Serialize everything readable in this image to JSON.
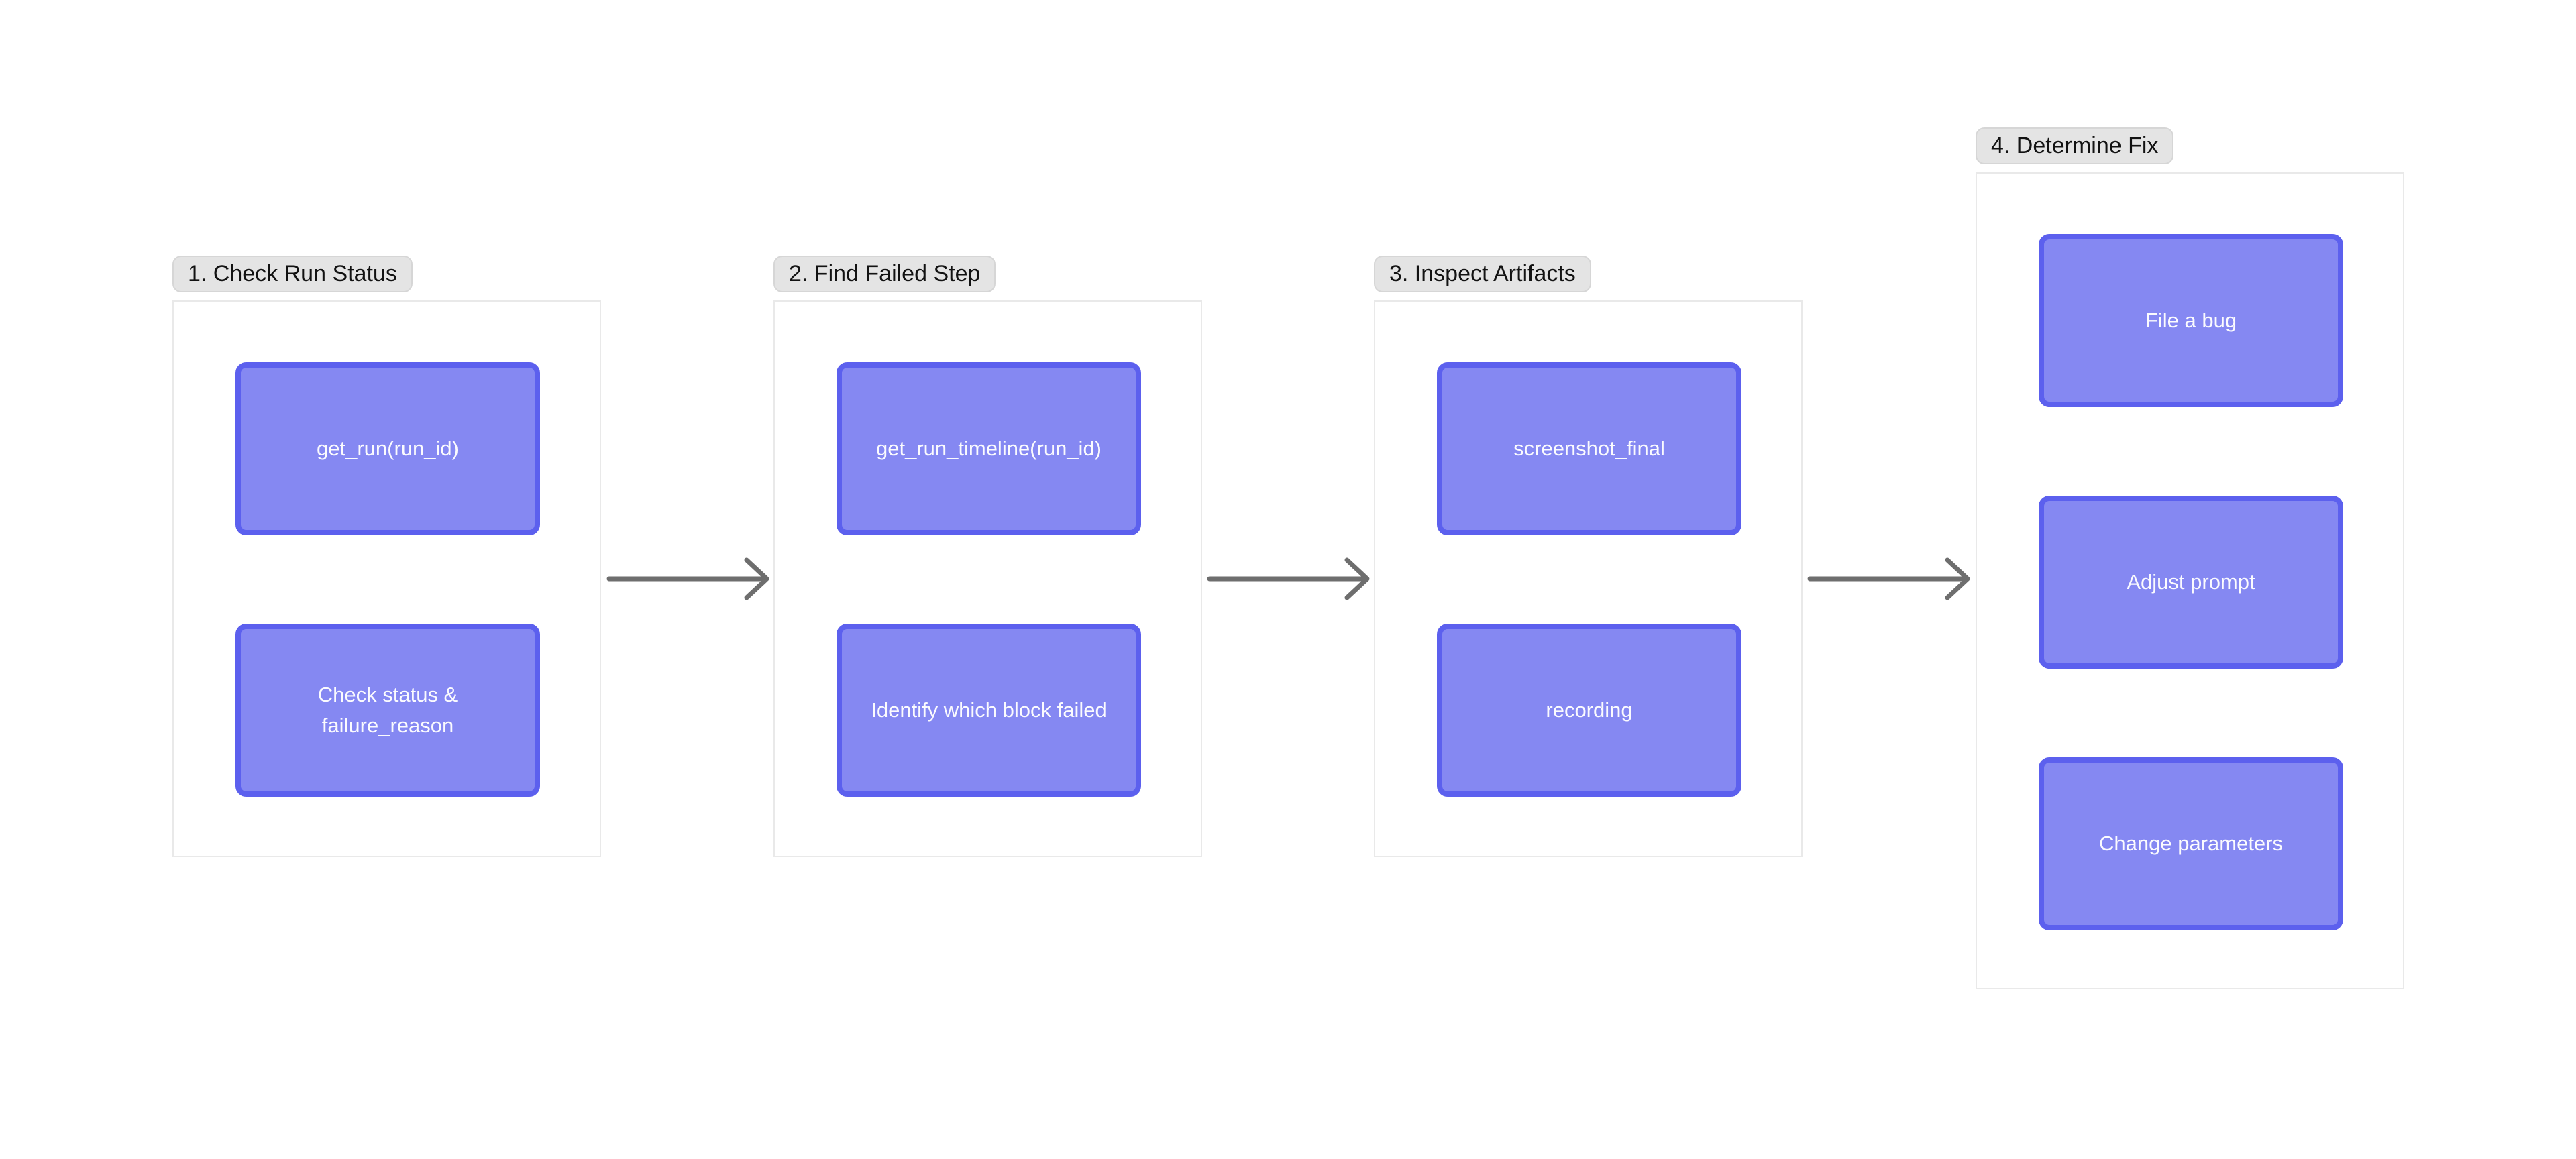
{
  "colors": {
    "canvas_bg": "#ffffff",
    "node_fill": "#8588f2",
    "node_border": "#5c60ee",
    "node_text": "#fbfbfe",
    "group_bg": "#ffffff",
    "group_border": "#e9e9e9",
    "label_bg": "#e4e4e4",
    "label_border": "#d6d6d6",
    "label_text": "#121212",
    "arrow": "#6e6e6e"
  },
  "groups": [
    {
      "label": "1. Check Run Status",
      "nodes": [
        "get_run(run_id)",
        "Check status & failure_reason"
      ]
    },
    {
      "label": "2. Find Failed Step",
      "nodes": [
        "get_run_timeline(run_id)",
        "Identify which block failed"
      ]
    },
    {
      "label": "3. Inspect Artifacts",
      "nodes": [
        "screenshot_final",
        "recording"
      ]
    },
    {
      "label": "4. Determine Fix",
      "nodes": [
        "File a bug",
        "Adjust prompt",
        "Change parameters"
      ]
    }
  ],
  "arrows": [
    {
      "from": "1. Check Run Status",
      "to": "2. Find Failed Step"
    },
    {
      "from": "2. Find Failed Step",
      "to": "3. Inspect Artifacts"
    },
    {
      "from": "3. Inspect Artifacts",
      "to": "4. Determine Fix"
    }
  ]
}
